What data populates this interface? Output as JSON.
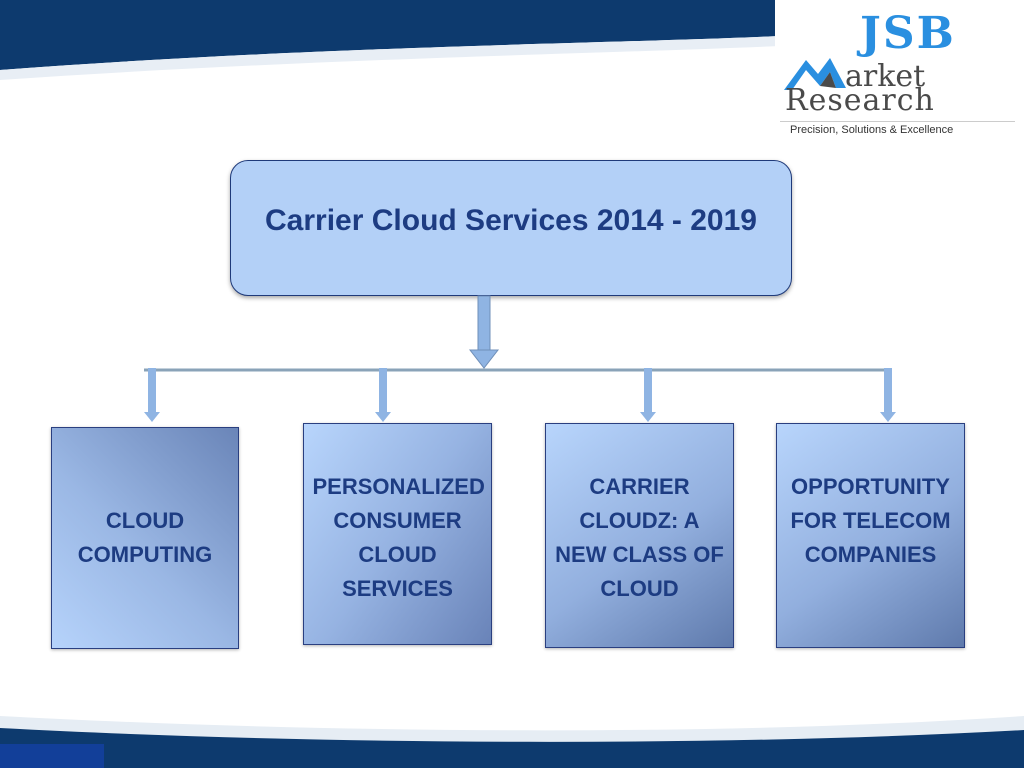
{
  "logo": {
    "brand": "JSB",
    "line1": "arket",
    "line2": "Research",
    "tagline": "Precision, Solutions & Excellence"
  },
  "title": "Carrier Cloud Services 2014 - 2019",
  "boxes": [
    "CLOUD COMPUTING",
    "PERSONALIZED CONSUMER CLOUD SERVICES",
    "CARRIER CLOUDZ: A NEW CLASS OF CLOUD",
    "OPPORTUNITY FOR TELECOM COMPANIES"
  ],
  "colors": {
    "banner": "#0d3a6e",
    "box_fill": "#b3d0f7",
    "text": "#1d3c82",
    "arrow": "#8fb4e3",
    "connector": "#8aa3b8"
  }
}
